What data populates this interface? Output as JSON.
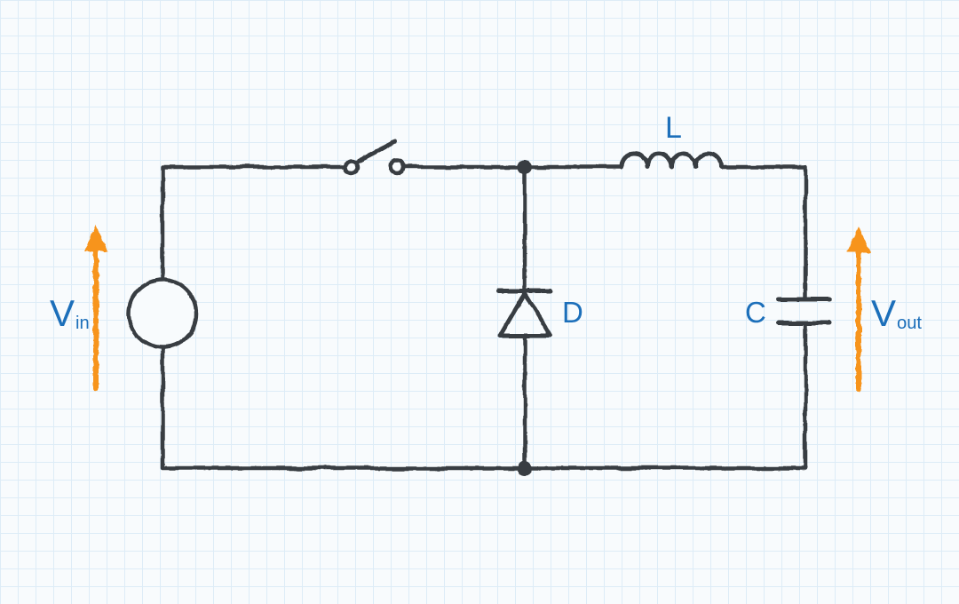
{
  "diagram": {
    "kind": "hand-drawn circuit schematic (buck converter)",
    "labels": {
      "input_voltage": {
        "base": "V",
        "sub": "in"
      },
      "output_voltage": {
        "base": "V",
        "sub": "out"
      },
      "inductor": "L",
      "diode": "D",
      "capacitor": "C"
    },
    "icons": [
      "voltage-source-icon",
      "open-switch-icon",
      "diode-icon",
      "inductor-icon",
      "capacitor-icon",
      "junction-dot-icon",
      "up-arrow-icon"
    ]
  },
  "colors": {
    "paper": "#f8fbfd",
    "grid_line": "#ddecf7",
    "ink": "#383d42",
    "label_blue": "#1c6fba",
    "arrow_orange": "#f7941e"
  }
}
